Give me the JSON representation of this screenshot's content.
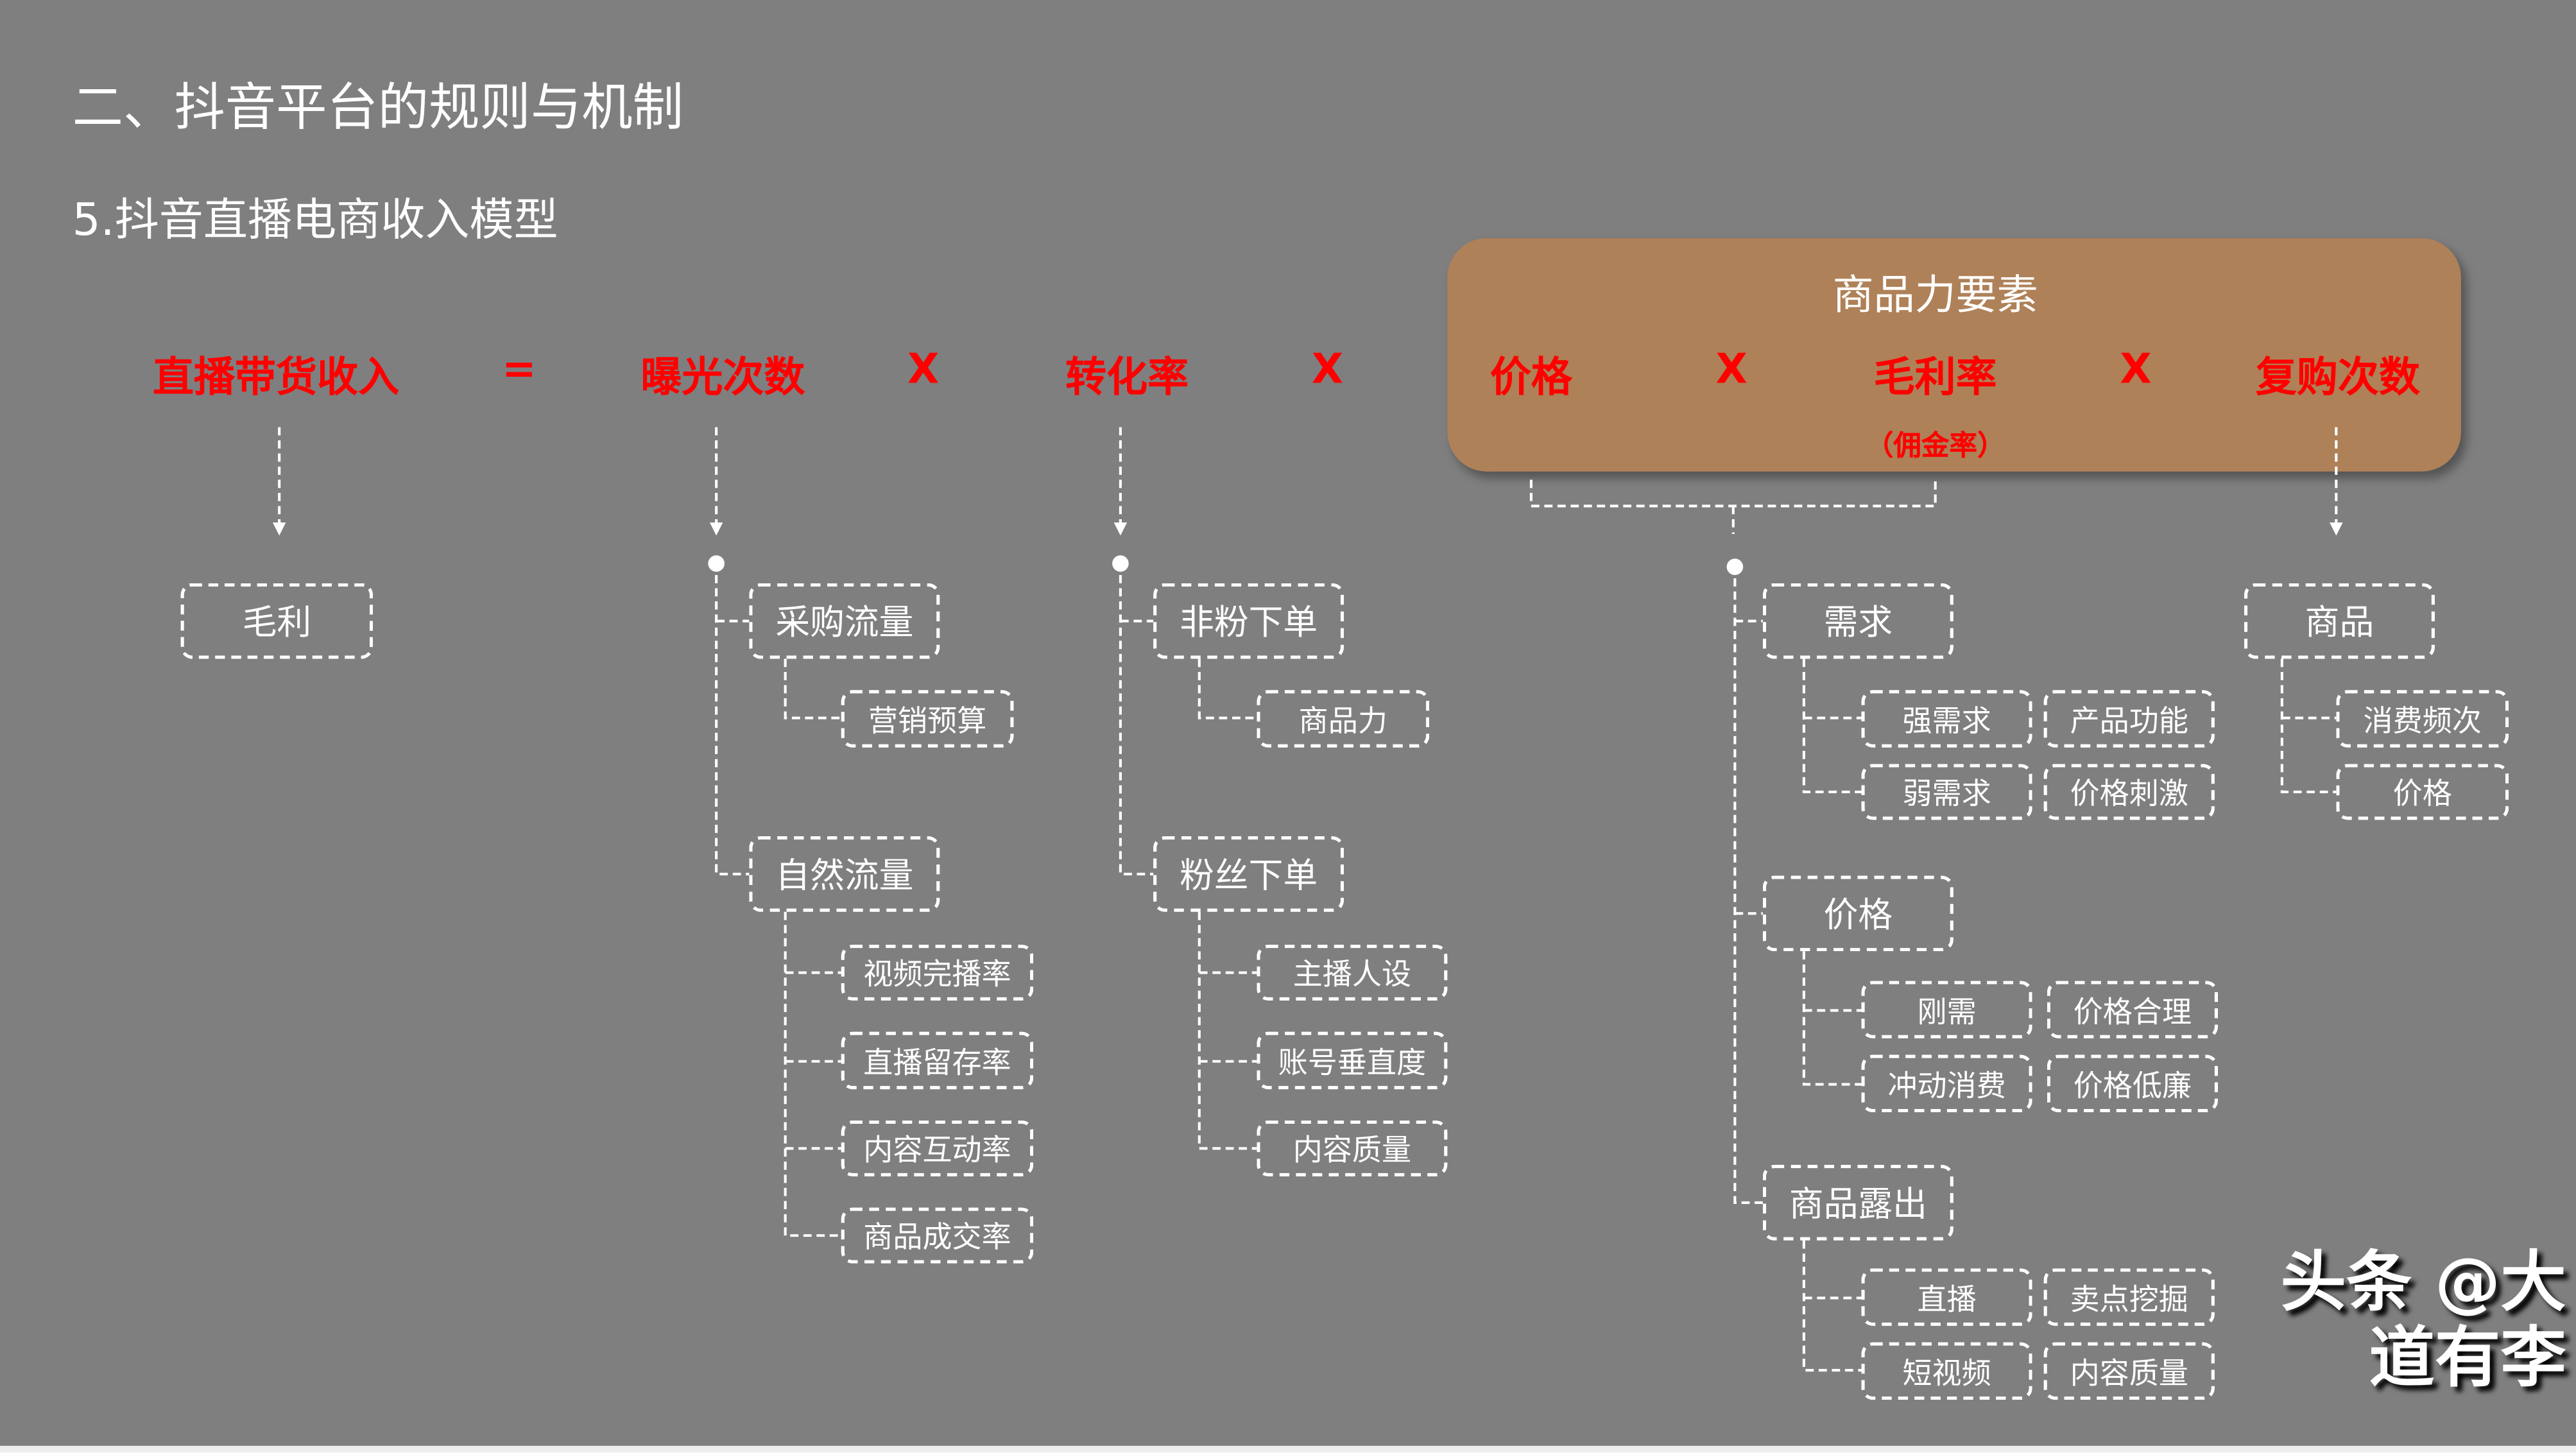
{
  "header": {
    "title": "二、抖音平台的规则与机制",
    "subtitle": "5.抖音直播电商收入模型"
  },
  "panel": {
    "title": "商品力要素",
    "color": "#af8158"
  },
  "formula": {
    "color": "#ff0000",
    "terms": [
      "直播带货收入",
      "=",
      "曝光次数",
      "X",
      "转化率",
      "X",
      "价格",
      "X",
      "毛利率",
      "X",
      "复购次数"
    ],
    "note": "（佣金率）"
  },
  "tree": {
    "revenue": {
      "label": "毛利"
    },
    "exposure": {
      "groups": [
        {
          "label": "采购流量",
          "children": [
            "营销预算"
          ]
        },
        {
          "label": "自然流量",
          "children": [
            "视频完播率",
            "直播留存率",
            "内容互动率",
            "商品成交率"
          ]
        }
      ]
    },
    "conversion": {
      "groups": [
        {
          "label": "非粉下单",
          "children": [
            "商品力"
          ]
        },
        {
          "label": "粉丝下单",
          "children": [
            "主播人设",
            "账号垂直度",
            "内容质量"
          ]
        }
      ]
    },
    "product": {
      "groups": [
        {
          "label": "需求",
          "rows": [
            [
              "强需求",
              "产品功能"
            ],
            [
              "弱需求",
              "价格刺激"
            ]
          ]
        },
        {
          "label": "价格",
          "rows": [
            [
              "刚需",
              "价格合理"
            ],
            [
              "冲动消费",
              "价格低廉"
            ]
          ]
        },
        {
          "label": "商品露出",
          "rows": [
            [
              "直播",
              "卖点挖掘"
            ],
            [
              "短视频",
              "内容质量"
            ]
          ]
        }
      ]
    },
    "repurchase": {
      "label": "商品",
      "children": [
        "消费频次",
        "价格"
      ]
    }
  },
  "watermark": "头条 @大道有李"
}
